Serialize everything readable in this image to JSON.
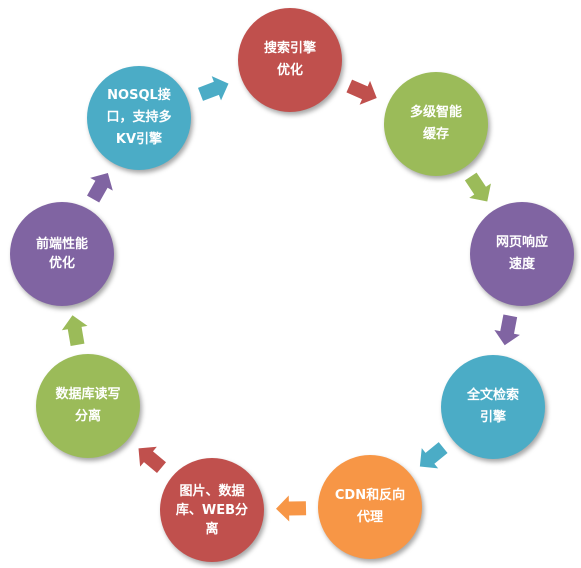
{
  "nodes": [
    {
      "id": "n1",
      "lines": [
        "搜索引擎",
        "优化"
      ],
      "color": "#c0504d"
    },
    {
      "id": "n2",
      "lines": [
        "多级智能",
        "缓存"
      ],
      "color": "#9bbb59"
    },
    {
      "id": "n3",
      "lines": [
        "网页响应",
        "速度"
      ],
      "color": "#8064a2"
    },
    {
      "id": "n4",
      "lines": [
        "全文检索",
        "引擎"
      ],
      "color": "#4bacc6"
    },
    {
      "id": "n5",
      "lines": [
        "CDN和反向",
        "代理"
      ],
      "color": "#f79646"
    },
    {
      "id": "n6",
      "lines": [
        "图片、数据",
        "库、WEB分",
        "离"
      ],
      "color": "#c0504d"
    },
    {
      "id": "n7",
      "lines": [
        "数据库读写",
        "分离"
      ],
      "color": "#9bbb59"
    },
    {
      "id": "n8",
      "lines": [
        "前端性能",
        "优化"
      ],
      "color": "#8064a2"
    },
    {
      "id": "n9",
      "lines": [
        "NOSQL接",
        "口，支持多",
        "KV引擎"
      ],
      "color": "#4bacc6"
    }
  ],
  "arrows": [
    {
      "from": "n9",
      "to": "n1",
      "color": "#4bacc6"
    },
    {
      "from": "n1",
      "to": "n2",
      "color": "#c0504d"
    },
    {
      "from": "n2",
      "to": "n3",
      "color": "#9bbb59"
    },
    {
      "from": "n3",
      "to": "n4",
      "color": "#8064a2"
    },
    {
      "from": "n4",
      "to": "n5",
      "color": "#4bacc6"
    },
    {
      "from": "n5",
      "to": "n6",
      "color": "#f79646"
    },
    {
      "from": "n6",
      "to": "n7",
      "color": "#c0504d"
    },
    {
      "from": "n7",
      "to": "n8",
      "color": "#9bbb59"
    },
    {
      "from": "n8",
      "to": "n9",
      "color": "#8064a2"
    }
  ]
}
